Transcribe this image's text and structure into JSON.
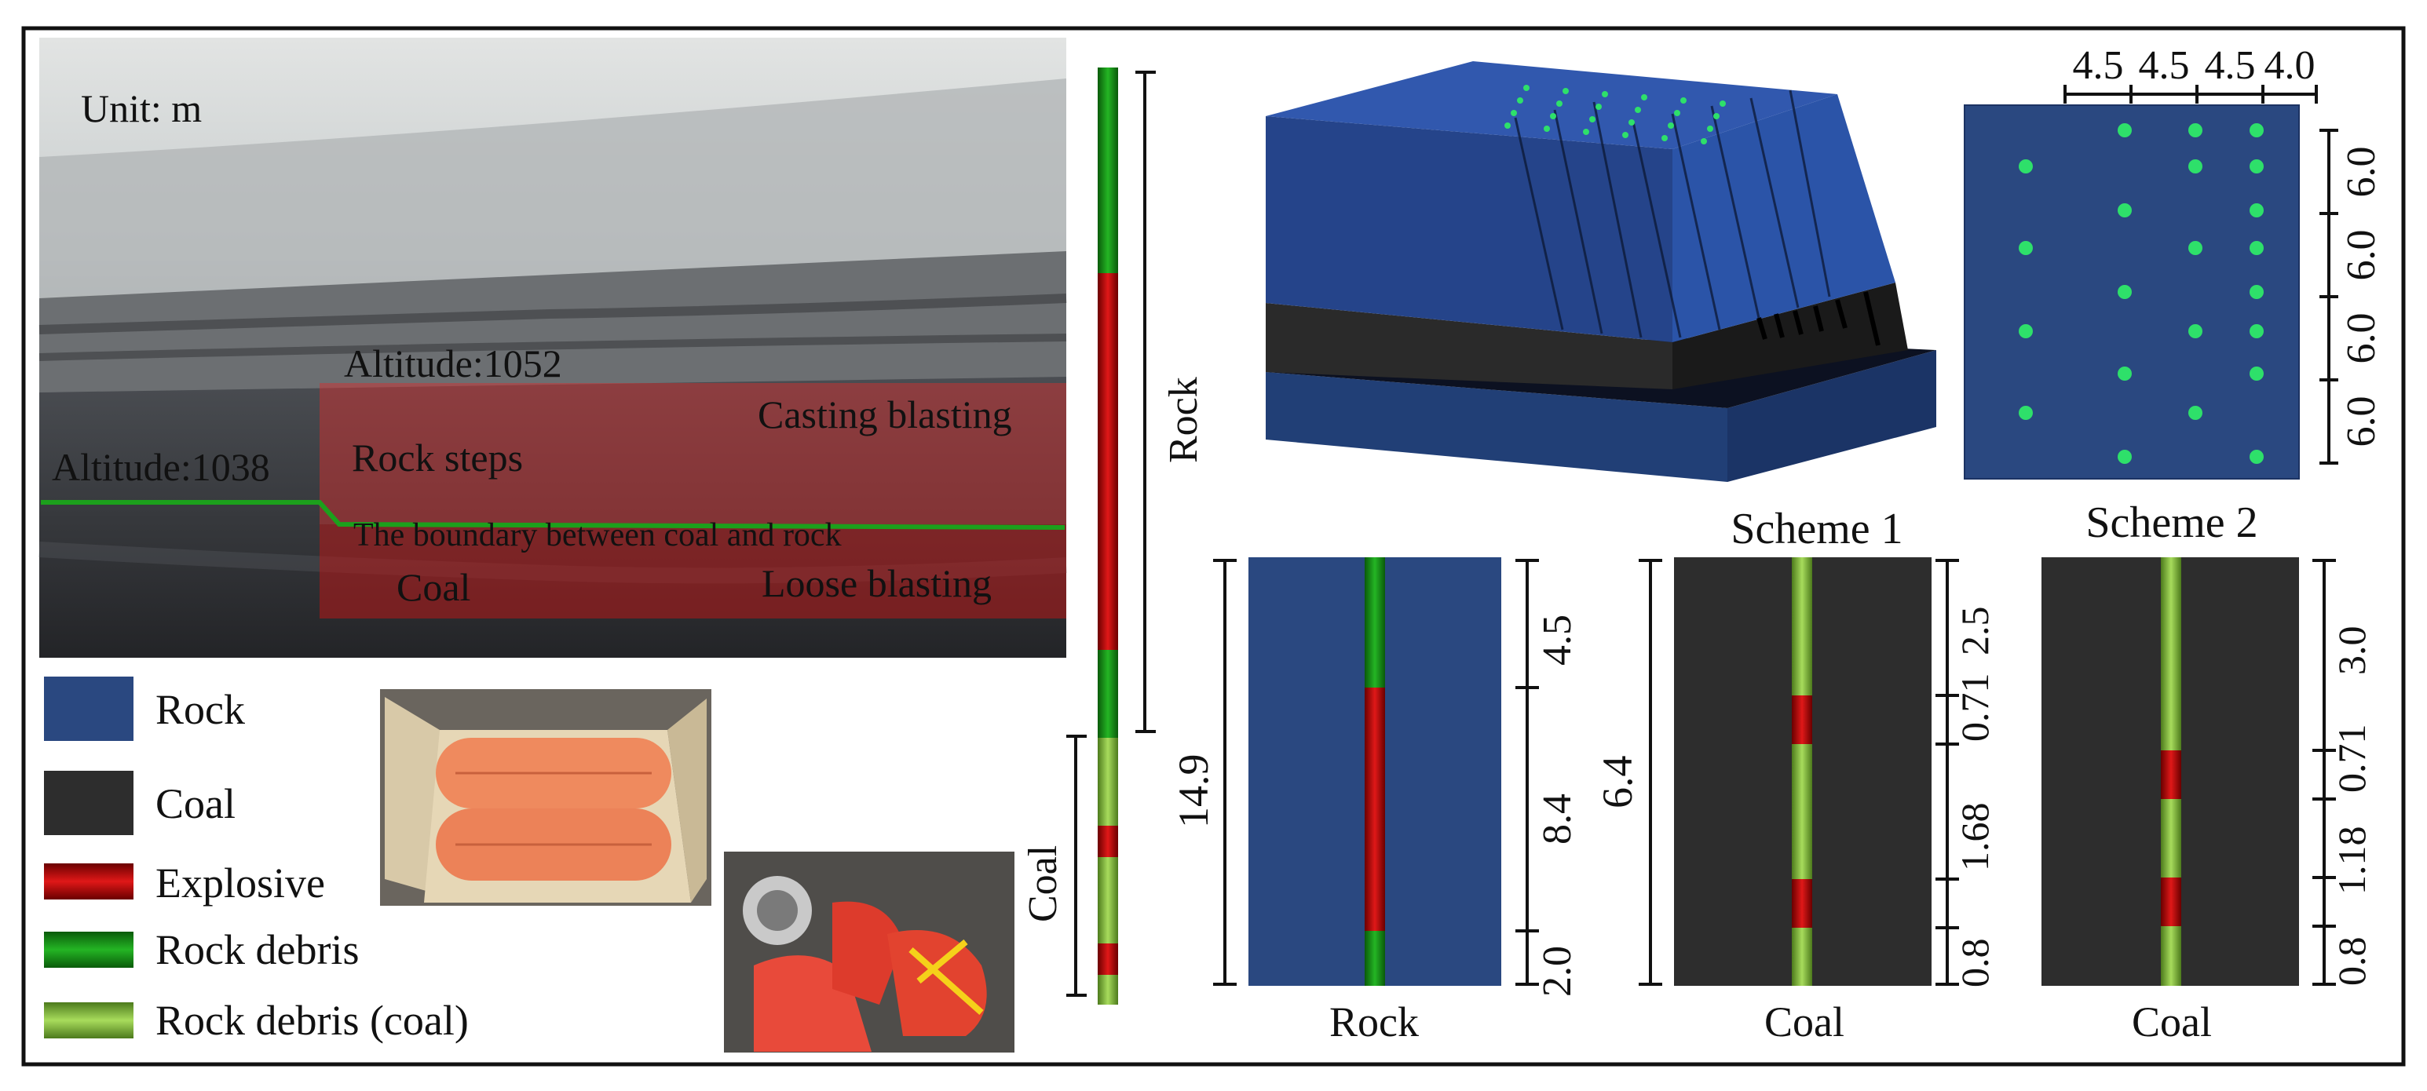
{
  "photo": {
    "unit": "Unit: m",
    "altitude_high": "Altitude:1052",
    "altitude_low": "Altitude:1038",
    "rock_steps": "Rock steps",
    "casting_blasting": "Casting blasting",
    "boundary": "The boundary between coal and rock",
    "coal": "Coal",
    "loose_blasting": "Loose blasting"
  },
  "legend": {
    "rock": "Rock",
    "coal": "Coal",
    "explosive": "Explosive",
    "rock_debris": "Rock debris",
    "rock_debris_coal": "Rock debris (coal)"
  },
  "colors": {
    "rock": "#2a4880",
    "coal": "#2d2d2d",
    "explosive": "#c01212",
    "rock_debris": "#149614",
    "rock_debris_coal": "#7dc23a",
    "hole": "#2ee06a"
  },
  "long_column": {
    "rock_label": "Rock",
    "coal_label": "Coal"
  },
  "grid": {
    "top_dims": [
      "4.5",
      "4.5",
      "4.5",
      "4.0"
    ],
    "side_dims": [
      "6.0",
      "6.0",
      "6.0",
      "6.0"
    ]
  },
  "rock_panel": {
    "caption": "Rock",
    "total": "14.9",
    "segments": [
      "4.5",
      "8.4",
      "2.0"
    ]
  },
  "scheme1": {
    "title": "Scheme 1",
    "caption": "Coal",
    "total": "6.4",
    "segments": [
      "2.5",
      "0.71",
      "1.68",
      "0.8"
    ]
  },
  "scheme2": {
    "title": "Scheme 2",
    "caption": "Coal",
    "segments": [
      "3.0",
      "0.71",
      "1.18",
      "0.8"
    ]
  }
}
